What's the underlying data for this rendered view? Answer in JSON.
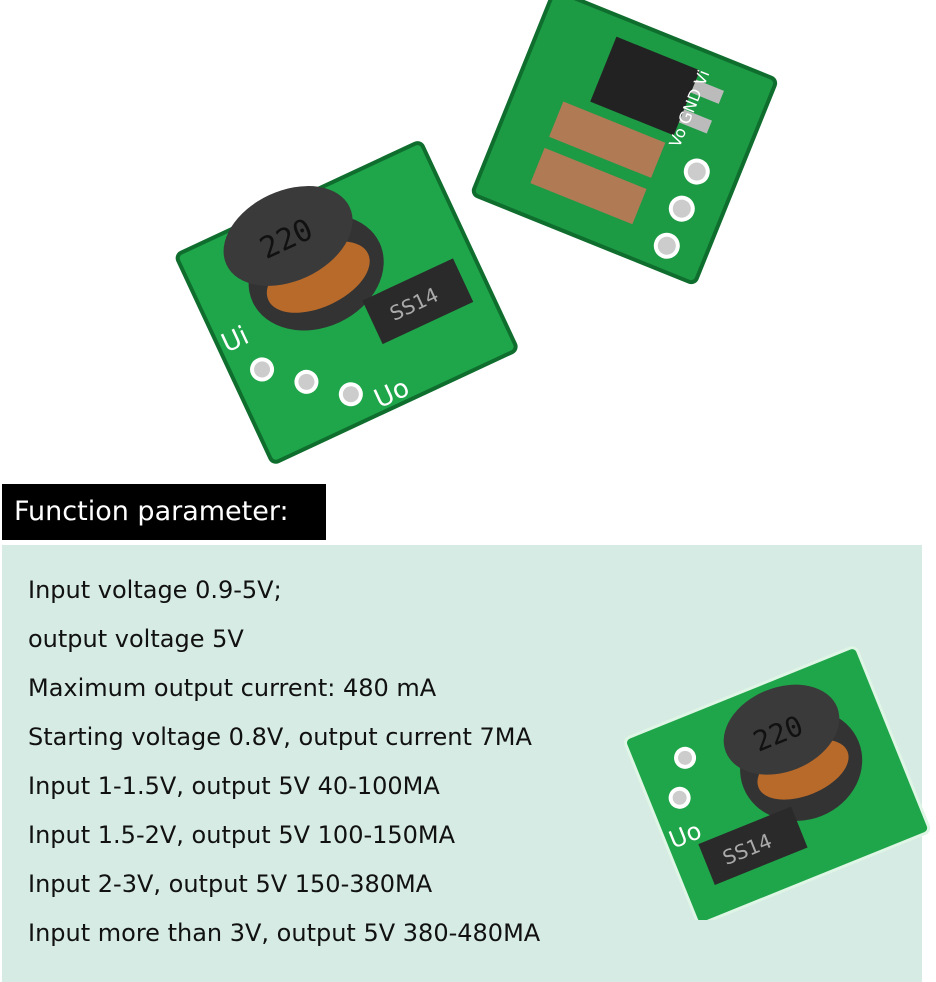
{
  "header": {
    "title": "Function parameter:"
  },
  "parameters": [
    "Input voltage 0.9-5V;",
    "output voltage 5V",
    "Maximum output current: 480 mA",
    "Starting voltage 0.8V, output current 7MA",
    "Input 1-1.5V, output 5V 40-100MA",
    "Input 1.5-2V, output 5V 100-150MA",
    "Input 2-3V, output 5V 150-380MA",
    "Input more than 3V, output 5V 380-480MA"
  ],
  "pcb_markings": {
    "inductor": "220",
    "diode": "SS14",
    "pin_in": "Ui",
    "pin_out": "Uo",
    "back_pins": "Vo GND Vi"
  },
  "colors": {
    "pcb": "#1fa64a",
    "panel": "#d5ebe3",
    "header": "#000000"
  }
}
